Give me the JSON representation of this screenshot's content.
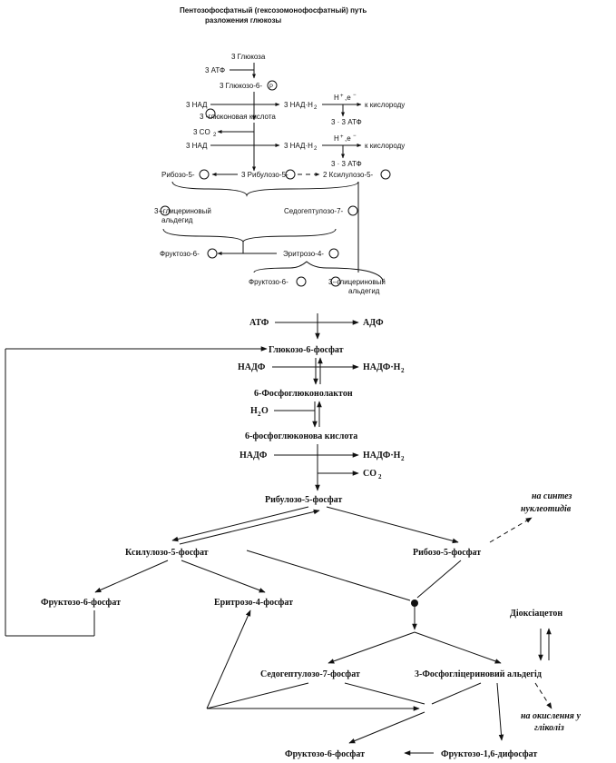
{
  "top": {
    "title_line1": "Пентозофосфатный (гексозомонофосфатный) путь",
    "title_line2": "разложения глюкозы",
    "glucose": "3 Глюкоза",
    "atp": "3 АТФ",
    "g6p": "3 Глюкозо-6-",
    "nad1": "3 НАД",
    "nadh1": "3 НАД·Н",
    "he1": "H",
    "to_oxygen1": "к кислороду",
    "gluconic": "3 -глюконовая кислота",
    "atp_out1": "3 · 3 АТФ",
    "co2": "3 CO",
    "nad2": "3 НАД",
    "nadh2": "3 НАД·Н",
    "he2": "H",
    "to_oxygen2": "к кислороду",
    "atp_out2": "3 · 3 АТФ",
    "ribose": "Рибозо-5-",
    "ribulose": "3 Рибулозо-5-",
    "two_xylulose": "2 Ксилулозо-5-",
    "gald_line1": "3--глицериновый",
    "gald_line2": "альдегид",
    "sedo": "Седогептулозо-7-",
    "fructose1": "Фруктозо-6-",
    "erythrose": "Эритрозо-4-",
    "fructose2": "Фруктозо-6-",
    "gald2_line1": "3--глицериновый",
    "gald2_line2": "альдегид",
    "p_symbol": "Р"
  },
  "bottom": {
    "atf": "АТФ",
    "adf": "АДФ",
    "g6p": "Глюкозо-6-фосфат",
    "nadf1": "НАДФ",
    "nadfh1": "НАДФ·Н",
    "lactone": "6-Фосфоглюконолактон",
    "h2o": "H",
    "gluconic": "6-фосфоглюконова кислота",
    "nadf2": "НАДФ",
    "nadfh2": "НАДФ·Н",
    "co2": "CO",
    "ribulose": "Рибулозо-5-фосфат",
    "nucl_line1": "на синтез",
    "nucl_line2": "нуклеотидів",
    "xylulose": "Ксилулозо-5-фосфат",
    "ribose": "Рибозо-5-фосфат",
    "fructose6p": "Фруктозо-6-фосфат",
    "erythrose": "Еритрозо-4-фосфат",
    "dhap": "Діоксіацетон",
    "sedo": "Седогептулозо-7-фосфат",
    "gald": "3-Фосфогліцериновий альдегід",
    "glyc_line1": "на окислення у",
    "glyc_line2": "гліколіз",
    "fructose6p_final": "Фруктозо-6-фосфат",
    "fbp": "Фруктозо-1,6-дифосфат"
  }
}
